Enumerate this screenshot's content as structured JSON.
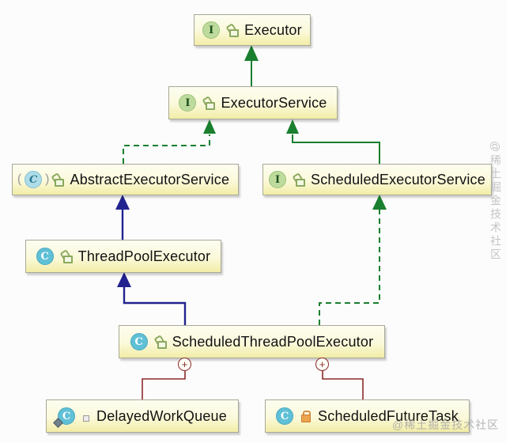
{
  "diagram": {
    "title": "Java Executor framework UML class hierarchy",
    "nodes": [
      {
        "id": "executor",
        "label": "Executor",
        "kind": "interface",
        "kind_letter": "I",
        "visibility": "public"
      },
      {
        "id": "executor-service",
        "label": "ExecutorService",
        "kind": "interface",
        "kind_letter": "I",
        "visibility": "public"
      },
      {
        "id": "abstract-executor-service",
        "label": "AbstractExecutorService",
        "kind": "abstract-class",
        "kind_letter": "C",
        "paren_open": "(",
        "paren_close": ")",
        "visibility": "public"
      },
      {
        "id": "scheduled-executor-service",
        "label": "ScheduledExecutorService",
        "kind": "interface",
        "kind_letter": "I",
        "visibility": "public"
      },
      {
        "id": "thread-pool-executor",
        "label": "ThreadPoolExecutor",
        "kind": "class",
        "kind_letter": "C",
        "visibility": "public"
      },
      {
        "id": "scheduled-thread-pool-executor",
        "label": "ScheduledThreadPoolExecutor",
        "kind": "class",
        "kind_letter": "C",
        "visibility": "public"
      },
      {
        "id": "delayed-work-queue",
        "label": "DelayedWorkQueue",
        "kind": "static-inner-class",
        "kind_letter": "C",
        "visibility": "package-private"
      },
      {
        "id": "scheduled-future-task",
        "label": "ScheduledFutureTask",
        "kind": "inner-class",
        "kind_letter": "C",
        "visibility": "private"
      }
    ],
    "edges": [
      {
        "from": "ExecutorService",
        "to": "Executor",
        "relation": "extends",
        "line": "solid",
        "color_key": "green"
      },
      {
        "from": "AbstractExecutorService",
        "to": "ExecutorService",
        "relation": "implements",
        "line": "dashed",
        "color_key": "green"
      },
      {
        "from": "ScheduledExecutorService",
        "to": "ExecutorService",
        "relation": "extends",
        "line": "solid",
        "color_key": "green"
      },
      {
        "from": "ThreadPoolExecutor",
        "to": "AbstractExecutorService",
        "relation": "extends",
        "line": "solid",
        "color_key": "blue"
      },
      {
        "from": "ScheduledThreadPoolExecutor",
        "to": "ThreadPoolExecutor",
        "relation": "extends",
        "line": "solid",
        "color_key": "blue"
      },
      {
        "from": "ScheduledThreadPoolExecutor",
        "to": "ScheduledExecutorService",
        "relation": "implements",
        "line": "dashed",
        "color_key": "green"
      },
      {
        "from": "ScheduledThreadPoolExecutor",
        "to": "DelayedWorkQueue",
        "relation": "inner-class",
        "line": "solid",
        "color_key": "red"
      },
      {
        "from": "ScheduledThreadPoolExecutor",
        "to": "ScheduledFutureTask",
        "relation": "inner-class",
        "line": "solid",
        "color_key": "red"
      }
    ],
    "inner_class_badge": "+",
    "colors": {
      "green": "#1a7f2e",
      "blue": "#22238f",
      "red": "#8b2a2a",
      "node_fill_top": "#fdfdf1",
      "node_fill_bottom": "#f2eda6",
      "node_border": "#a9a897",
      "interface_icon_bg": "#bedb9e",
      "class_icon_bg": "#5fc0d6",
      "private_lock_orange": "#eda24d",
      "watermark_gray": "#bcbcbc"
    },
    "watermark": {
      "side": "@稀土掘金技术社区",
      "bottom": "@稀土掘金技术社区"
    }
  }
}
